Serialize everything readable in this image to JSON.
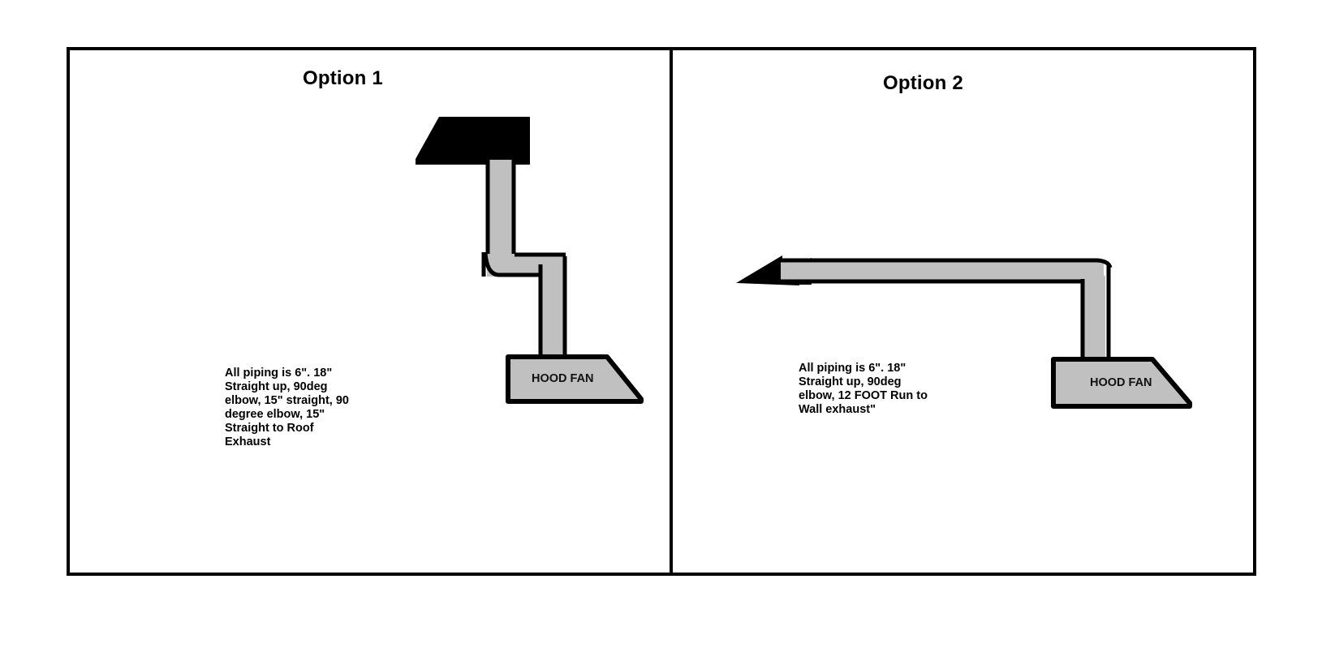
{
  "document": {
    "type": "hvac-duct-diagram",
    "background_color": "#ffffff",
    "duct_fill": "#c0c0c0",
    "outline_color": "#000000"
  },
  "panels": [
    {
      "id": "option-1",
      "title": "Option 1",
      "note": "All piping is 6\". 18\" Straight up, 90deg elbow, 15\" straight, 90 degree elbow, 15\" Straight to Roof Exhaust",
      "note_lines": [
        "All piping is 6\". 18\"",
        "Straight up, 90deg",
        "elbow, 15\" straight, 90",
        "degree elbow, 15\"",
        "Straight to Roof",
        "Exhaust"
      ],
      "equipment_label": "HOOD FAN",
      "terminations": [
        "roof-exhaust-cap"
      ]
    },
    {
      "id": "option-2",
      "title": "Option 2",
      "note": "All piping is 6\". 18\" Straight up, 90deg elbow, 12 FOOT Run to Wall exhaust\"",
      "note_lines": [
        "All piping is 6\". 18\"",
        "Straight up, 90deg",
        "elbow, 12 FOOT Run to",
        "Wall exhaust\""
      ],
      "equipment_label": "HOOD FAN",
      "terminations": [
        "wall-exhaust-arrow"
      ]
    }
  ]
}
